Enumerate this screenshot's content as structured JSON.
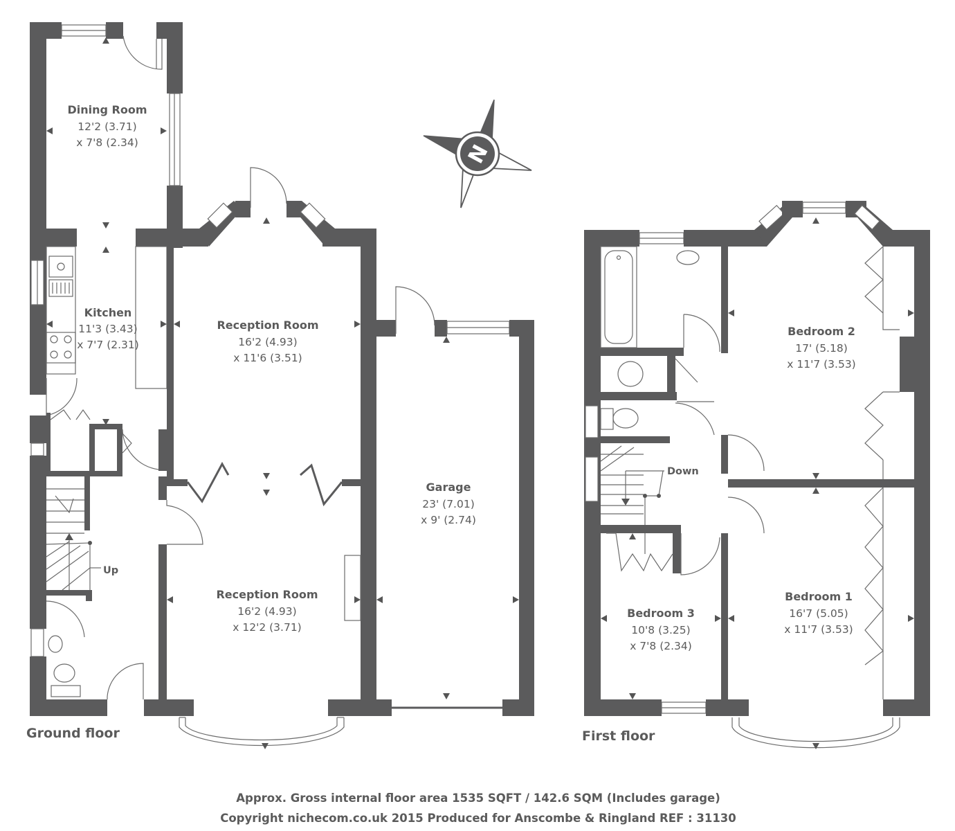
{
  "floors": {
    "ground": "Ground floor",
    "first": "First floor"
  },
  "rooms": {
    "dining": {
      "name": "Dining Room",
      "dim1": "12'2 (3.71)",
      "dim2": "x 7'8 (2.34)"
    },
    "kitchen": {
      "name": "Kitchen",
      "dim1": "11'3 (3.43)",
      "dim2": "x 7'7 (2.31)"
    },
    "reception_upper": {
      "name": "Reception Room",
      "dim1": "16'2 (4.93)",
      "dim2": "x 11'6 (3.51)"
    },
    "reception_lower": {
      "name": "Reception Room",
      "dim1": "16'2 (4.93)",
      "dim2": "x 12'2 (3.71)"
    },
    "garage": {
      "name": "Garage",
      "dim1": "23' (7.01)",
      "dim2": "x 9' (2.74)"
    },
    "bedroom2": {
      "name": "Bedroom 2",
      "dim1": "17' (5.18)",
      "dim2": "x 11'7 (3.53)"
    },
    "bedroom1": {
      "name": "Bedroom 1",
      "dim1": "16'7 (5.05)",
      "dim2": "x 11'7 (3.53)"
    },
    "bedroom3": {
      "name": "Bedroom 3",
      "dim1": "10'8 (3.25)",
      "dim2": "x 7'8 (2.34)"
    }
  },
  "stairs": {
    "up": "Up",
    "down": "Down"
  },
  "compass": {
    "letter": "N",
    "icon": "compass-icon"
  },
  "footer": {
    "line1": "Approx. Gross internal floor area 1535 SQFT / 142.6 SQM (Includes garage)",
    "line2": "Copyright nichecom.co.uk 2015 Produced for Anscombe & Ringland REF : 31130"
  },
  "colors": {
    "wall": "#5b5b5c",
    "text": "#5b5b5b",
    "background": "#ffffff"
  }
}
